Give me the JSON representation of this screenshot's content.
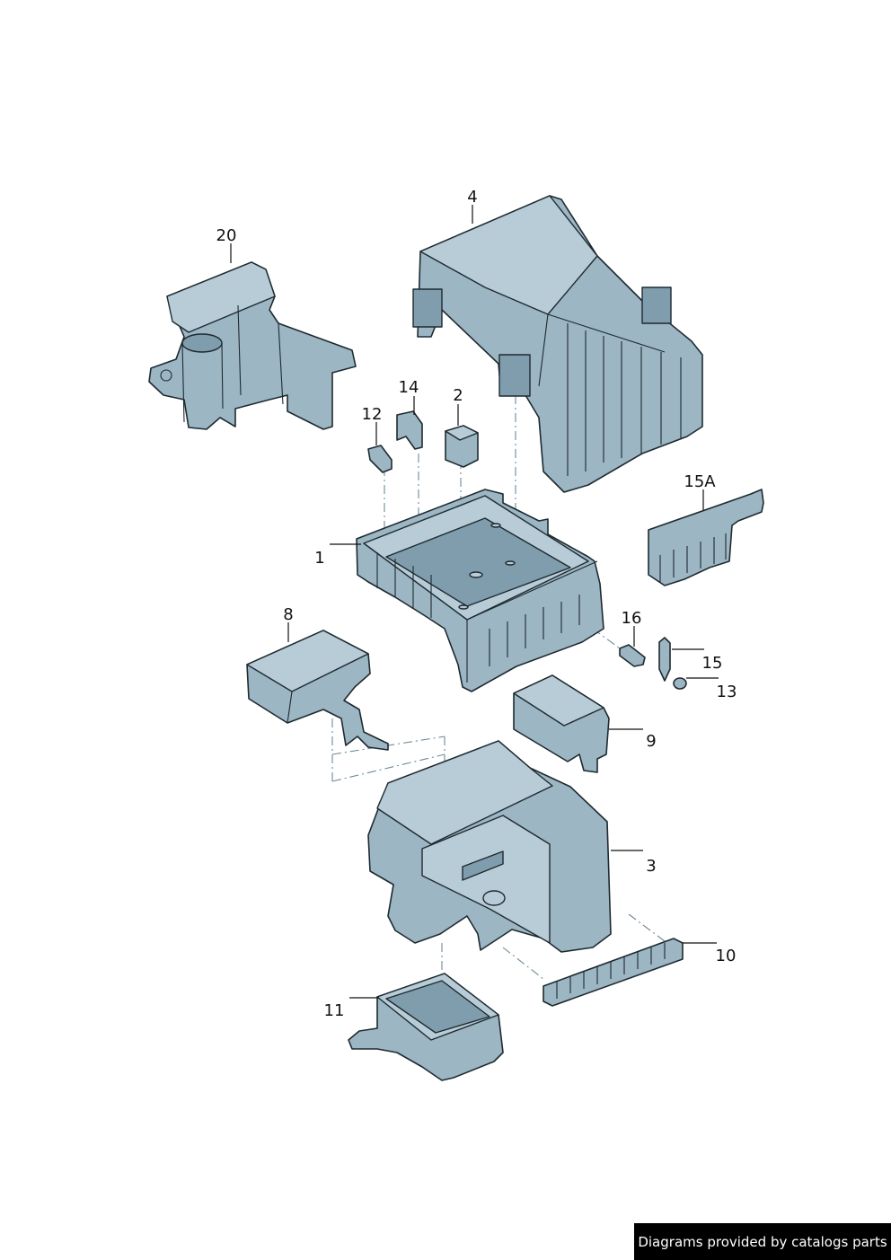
{
  "callouts": {
    "c1": "1",
    "c2": "2",
    "c3": "3",
    "c4": "4",
    "c8": "8",
    "c9": "9",
    "c10": "10",
    "c11": "11",
    "c12": "12",
    "c13": "13",
    "c14": "14",
    "c15": "15",
    "c15a": "15A",
    "c16": "16",
    "c20": "20"
  },
  "credit": "Diagrams provided by catalogs parts",
  "colors": {
    "part_fill": "#9cb6c4",
    "outline": "#1e2a30",
    "credit_bg": "#000000"
  }
}
